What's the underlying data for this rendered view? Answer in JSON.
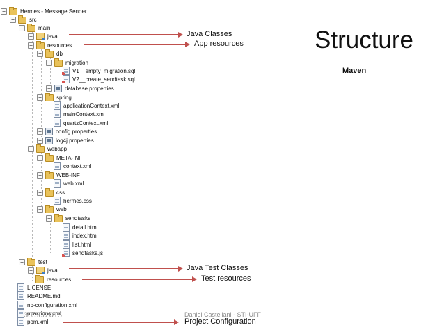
{
  "slide": {
    "title": "Structure",
    "subtitle": "Maven",
    "footer_date": "30/30/2015",
    "footer_author": "Daniel Castellani - STI-UFF"
  },
  "tree": [
    {
      "name": "Hermes - Message Sender",
      "icon": "folder",
      "expanded": true
    },
    {
      "name": "src",
      "icon": "folder",
      "expanded": true
    },
    {
      "name": "main",
      "icon": "folder",
      "expanded": true
    },
    {
      "name": "java",
      "icon": "folder",
      "expanded": false
    },
    {
      "name": "resources",
      "icon": "folder",
      "expanded": true
    },
    {
      "name": "db",
      "icon": "folder",
      "expanded": true
    },
    {
      "name": "migration",
      "icon": "folder",
      "expanded": true
    },
    {
      "name": "V1__empty_migration.sql",
      "icon": "file"
    },
    {
      "name": "V2__create_sendtask.sql",
      "icon": "file"
    },
    {
      "name": "database.properties",
      "icon": "properties",
      "expanded": false
    },
    {
      "name": "spring",
      "icon": "folder",
      "expanded": true
    },
    {
      "name": "applicationContext.xml",
      "icon": "file"
    },
    {
      "name": "mainContext.xml",
      "icon": "file"
    },
    {
      "name": "quartzContext.xml",
      "icon": "file"
    },
    {
      "name": "config.properties",
      "icon": "properties",
      "expanded": false
    },
    {
      "name": "log4j.properties",
      "icon": "properties",
      "expanded": false
    },
    {
      "name": "webapp",
      "icon": "folder",
      "expanded": true
    },
    {
      "name": "META-INF",
      "icon": "folder",
      "expanded": true
    },
    {
      "name": "context.xml",
      "icon": "file"
    },
    {
      "name": "WEB-INF",
      "icon": "folder",
      "expanded": true
    },
    {
      "name": "web.xml",
      "icon": "file"
    },
    {
      "name": "css",
      "icon": "folder",
      "expanded": true
    },
    {
      "name": "hermes.css",
      "icon": "file"
    },
    {
      "name": "web",
      "icon": "folder",
      "expanded": true
    },
    {
      "name": "sendtasks",
      "icon": "folder",
      "expanded": true
    },
    {
      "name": "detail.html",
      "icon": "file"
    },
    {
      "name": "index.html",
      "icon": "file"
    },
    {
      "name": "list.html",
      "icon": "file"
    },
    {
      "name": "sendtasks.js",
      "icon": "file"
    },
    {
      "name": "test",
      "icon": "folder",
      "expanded": true
    },
    {
      "name": "java",
      "icon": "folder",
      "expanded": false
    },
    {
      "name": "resources",
      "icon": "folder"
    },
    {
      "name": "LICENSE",
      "icon": "file"
    },
    {
      "name": "README.md",
      "icon": "file"
    },
    {
      "name": "nb-configuration.xml",
      "icon": "file"
    },
    {
      "name": "nbactions.xml",
      "icon": "file"
    },
    {
      "name": "pom.xml",
      "icon": "file"
    }
  ],
  "annotations": [
    {
      "label": "Java Classes",
      "color": "#c0504d"
    },
    {
      "label": "App resources",
      "color": "#c0504d"
    },
    {
      "label": "Java Test Classes",
      "color": "#c0504d"
    },
    {
      "label": "Test resources",
      "color": "#c0504d"
    },
    {
      "label": "Project Configuration",
      "color": "#c0504d"
    }
  ]
}
